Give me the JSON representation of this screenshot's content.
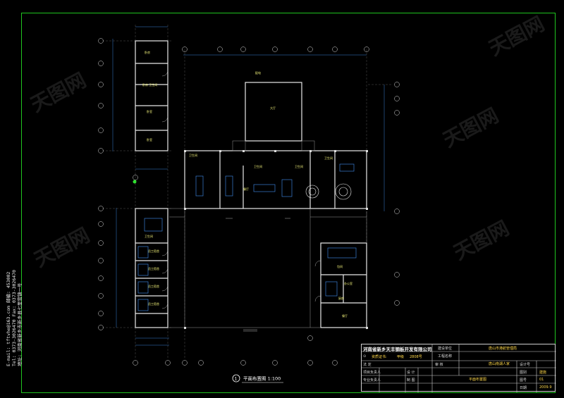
{
  "drawing": {
    "plan_title": "平面布置图 1:100",
    "plan_number": "1",
    "watermark": "天图网",
    "side_info": {
      "line1": "E-mail: tftvhe@163.com  邮编: 453002",
      "line2": "Tel: 0373-3026470  Fax: 0373-3026470",
      "line3": "地址: 河南省新乡市新乡县七里营镇一号"
    },
    "rooms": {
      "top_left_1": "卧房",
      "top_left_2": "卧房 卫生间",
      "top_left_3": "卧室",
      "top_left_4": "卧室",
      "hall": "大厅",
      "main_hall": "餐厅",
      "upper_room": "配电",
      "wc1": "卫生间",
      "wc2": "卫生间",
      "wc3": "卫生间",
      "kitchen": "厨房",
      "right_box": "包间",
      "right_wc": "卫生间",
      "right_office": "办公室",
      "left_lower_1": "员工宿舍",
      "left_lower_2": "员工宿舍",
      "left_lower_3": "员工宿舍",
      "left_lower_4": "员工宿舍",
      "left_lower_wc": "卫生间",
      "right_lower": "餐厅"
    }
  },
  "title_block": {
    "company": "河南省新乡天丰钢板开发有限公司",
    "cert": "资质证书:",
    "cert_label": "甲级",
    "cert_no": "2808号",
    "build_unit_label": "建设单位",
    "build_unit": "唐山市港航管理局",
    "project_label": "工程名称",
    "project_name": "唐山南湖人家",
    "legal_label": "法 定",
    "checker_label": "审 核",
    "project_lead_label": "项目负责人",
    "design_label": "设 计",
    "specialty_label": "专业负责人",
    "drawing_label": "制 图",
    "drawing_name": "平面布置图",
    "design_no_label": "设计号",
    "category_label": "图别",
    "category_value": "建施",
    "sheet_label": "图号",
    "sheet_value": "01",
    "date_label": "日期",
    "date_value": "2009.9"
  }
}
